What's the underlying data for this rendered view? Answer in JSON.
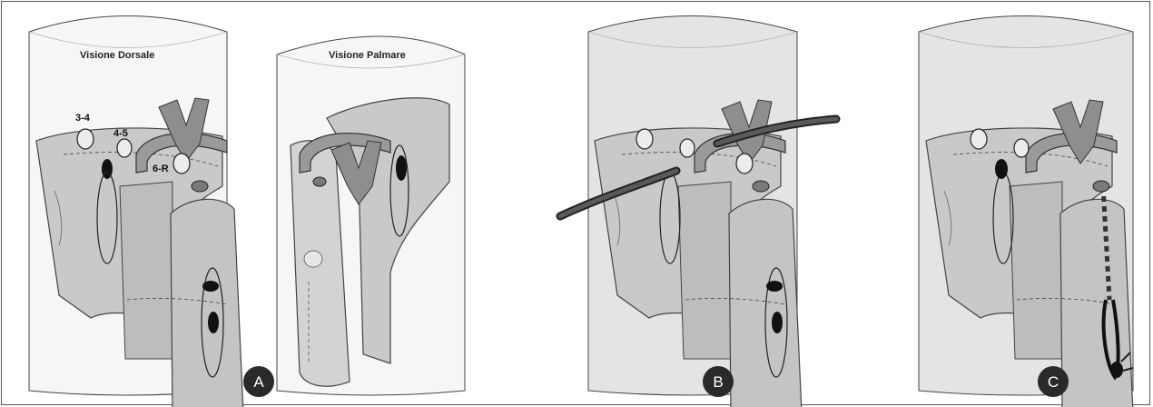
{
  "panels": {
    "a": {
      "dorsal_title": "Visione Dorsale",
      "palmar_title": "Visione Palmare",
      "portals": [
        "3-4",
        "4-5",
        "6-R"
      ],
      "badge": "A"
    },
    "b": {
      "badge": "B"
    },
    "c": {
      "badge": "C"
    }
  },
  "colors": {
    "cylinder_fill": "#f6f6f6",
    "cylinder_fill_shaded": "#e4e4e4",
    "bone": "#c9c9c9",
    "bone_dark": "#a9a9a9",
    "tendon": "#8e8e8e",
    "instrument": "#3a3a3a",
    "badge": "#2a2a2a"
  }
}
